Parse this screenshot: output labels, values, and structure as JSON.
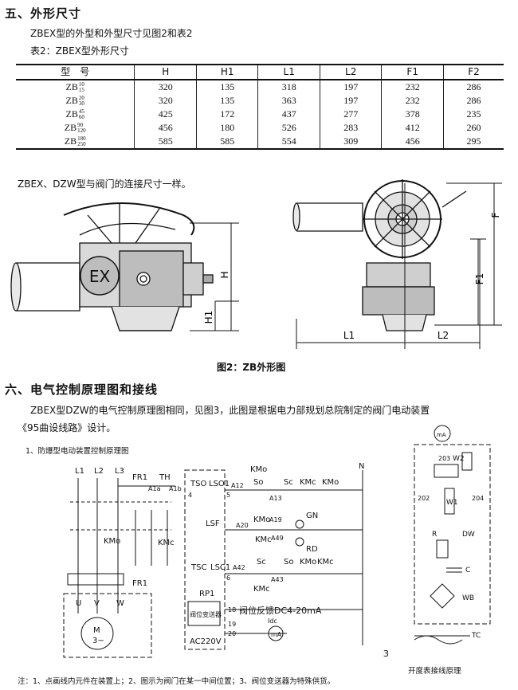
{
  "section5": {
    "heading": "五、外形尺寸",
    "intro": "ZBEX型的外型和外型尺寸见图2和表2",
    "table_caption": "表2：ZBEX型外形尺寸",
    "table": {
      "headers": [
        "型　号",
        "H",
        "H1",
        "L1",
        "L2",
        "F1",
        "F2"
      ],
      "rows": [
        {
          "model": "ZB",
          "sup": "10",
          "sub": "15",
          "values": [
            "320",
            "135",
            "318",
            "197",
            "232",
            "286"
          ]
        },
        {
          "model": "ZB",
          "sup": "20",
          "sub": "30",
          "values": [
            "320",
            "135",
            "363",
            "197",
            "232",
            "286"
          ]
        },
        {
          "model": "ZB",
          "sup": "45",
          "sub": "60",
          "values": [
            "425",
            "172",
            "437",
            "277",
            "378",
            "235"
          ]
        },
        {
          "model": "ZB",
          "sup": "90",
          "sub": "120",
          "values": [
            "456",
            "180",
            "526",
            "283",
            "412",
            "260"
          ]
        },
        {
          "model": "ZB",
          "sup": "180",
          "sub": "250",
          "values": [
            "585",
            "585",
            "554",
            "309",
            "456",
            "295"
          ]
        }
      ]
    },
    "connection_note": "ZBEX、DZW型与阀门的连接尺寸一样。",
    "figure2": {
      "badge": "EX",
      "dim_H": "H",
      "dim_H1": "H1",
      "dim_L1": "L1",
      "dim_L2": "L2",
      "dim_F": "F",
      "dim_F1": "F1",
      "caption": "图2：ZB外形图"
    }
  },
  "section6": {
    "heading": "六、电气控制原理图和接线",
    "para_line1": "ZBEX型DZW的电气控制原理图相同，见图3，此图是根据电力部规划总院制定的阀门电动装置",
    "para_line2": "《95曲设线路》设计。",
    "sub1": "1、防爆型电动装置控制原理图",
    "schematic": {
      "L1": "L1",
      "L2": "L2",
      "L3": "L3",
      "N": "N",
      "FR1": "FR1",
      "TH": "TH",
      "A1a": "A1a",
      "A1b": "A1b",
      "TSO": "TSO",
      "LSO1": "LSO1",
      "A12": "A12",
      "A13": "A13",
      "KMo": "KMo",
      "So": "So",
      "Sc": "Sc",
      "KMc": "KMc",
      "LSF": "LSF",
      "A20": "A20",
      "A19": "A19",
      "A49": "A49",
      "GN": "GN",
      "RD": "RD",
      "TSC": "TSC",
      "LSC1": "LSC1",
      "A42": "A42",
      "A43": "A43",
      "RP1": "RP1",
      "conv": "阀位变送器",
      "fb": "阀位反馈DC4-20mA",
      "Idc": "Idc",
      "mA": "mA",
      "AC220V": "AC220V",
      "U": "U",
      "V": "V",
      "W": "W",
      "M": "M",
      "M3": "3~",
      "n4": "4",
      "n5": "5",
      "n6": "6",
      "n18": "18",
      "n19": "19",
      "n20": "20"
    },
    "gauge": {
      "mA": "mA",
      "W2": "W2",
      "W1": "W1",
      "R": "R",
      "DW": "DW",
      "C": "C",
      "WB": "WB",
      "TC": "TC",
      "n202": "202",
      "n203": "203",
      "n204": "204",
      "fig_label": "图3",
      "caption": "开度表接线原理"
    },
    "note": "注：1、点画线内元件在装置上；2、图示为阀门在某一中间位置；3、阀位变送器为特殊供货。"
  }
}
